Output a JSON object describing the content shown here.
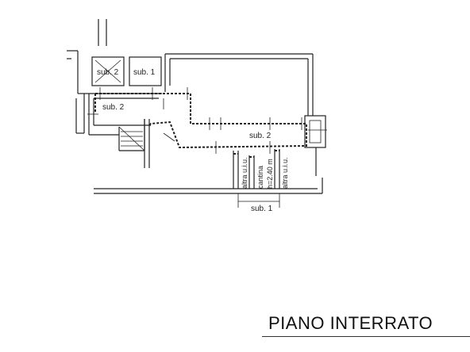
{
  "plan": {
    "labels": {
      "sub2_storage": "sub. 2",
      "sub1_storage": "sub. 1",
      "sub2_corridor": "sub. 2",
      "sub2_main": "sub. 2",
      "altra_left": "altra u.i.u.",
      "cantina": "cantina",
      "cantina_h": "h=2.40 m",
      "altra_right": "altra u.i.u.",
      "sub1_bottom": "sub. 1"
    },
    "title": "PIANO INTERRATO"
  }
}
